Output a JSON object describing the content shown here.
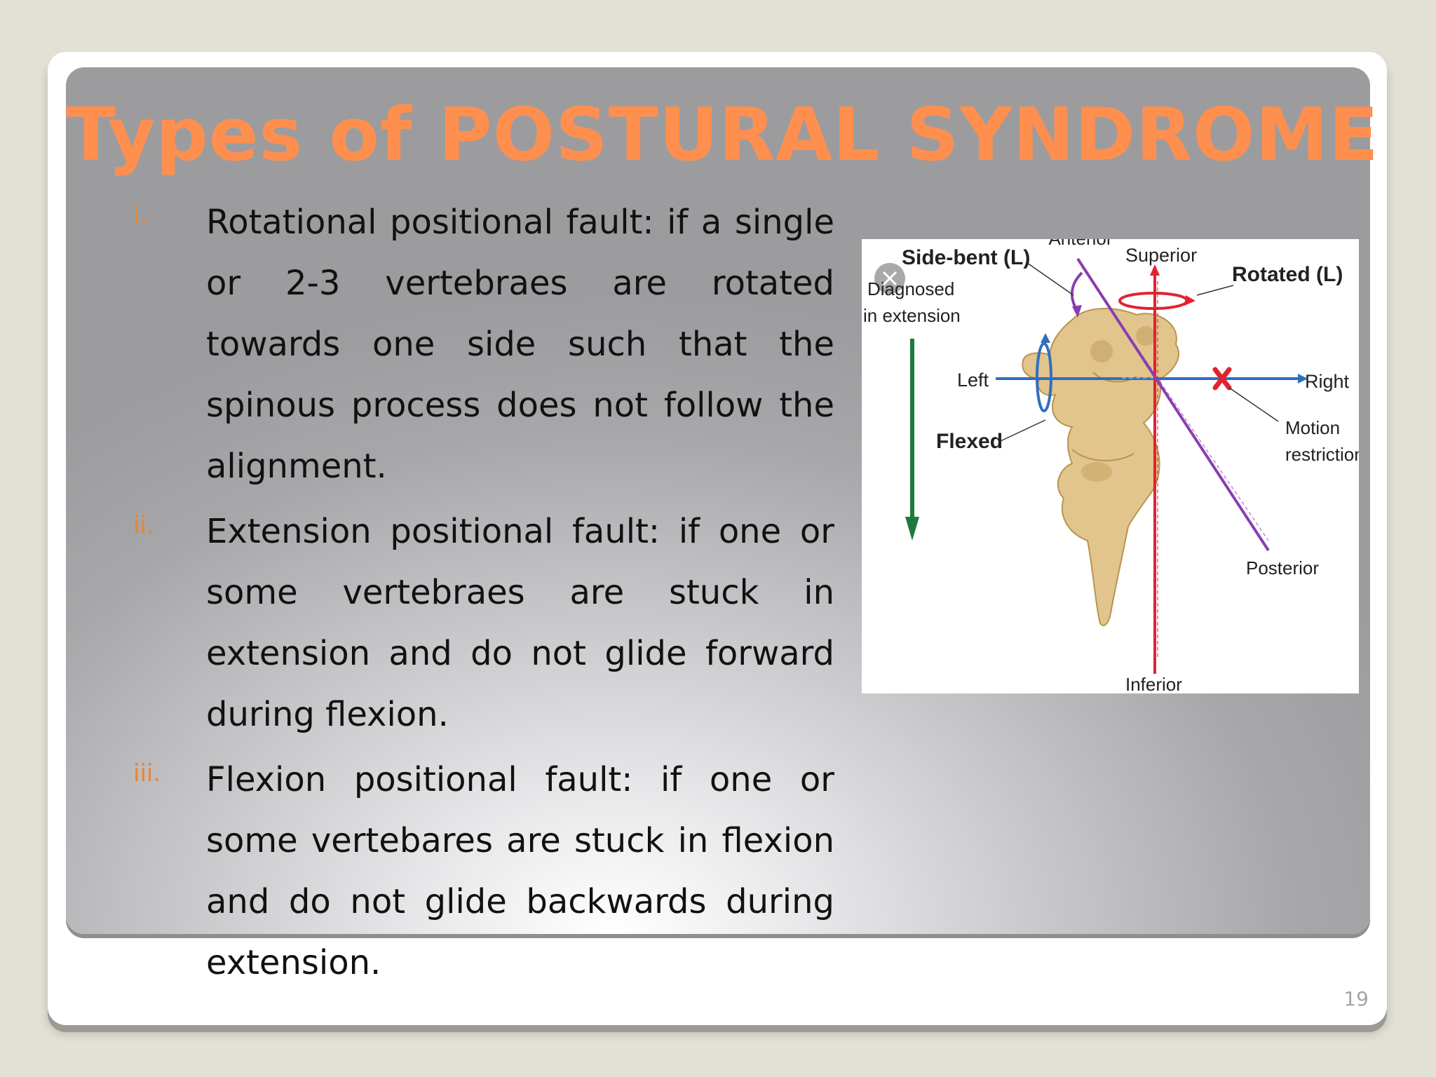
{
  "slide": {
    "title": "Types of POSTURAL SYNDROME",
    "page_number": "19",
    "accent_color": "#ff8f4f",
    "numeral_color": "#e7852f",
    "points": [
      {
        "numeral": "i.",
        "text": "Rotational positional fault: if a single or 2-3 vertebraes are rotated towards one side such that the spinous process does not follow the alignment."
      },
      {
        "numeral": "ii.",
        "text": "Extension positional fault: if one or some vertebraes are stuck in extension and do not glide forward during flexion."
      },
      {
        "numeral": "iii.",
        "text": "Flexion positional fault: if one or some vertebares are stuck in flexion and do not glide backwards during extension."
      }
    ]
  },
  "figure": {
    "labels": {
      "anterior": "Anterior",
      "side_bent": "Side-bent (L)",
      "superior": "Superior",
      "rotated": "Rotated (L)",
      "diagnosed": "Diagnosed",
      "in_extension": "in extension",
      "left": "Left",
      "right": "Right",
      "flexed": "Flexed",
      "motion": "Motion",
      "restriction": "restriction",
      "posterior": "Posterior",
      "inferior": "Inferior"
    },
    "icons": [
      "close-icon",
      "restriction-x-icon",
      "down-arrow-icon"
    ],
    "colors": {
      "blue_axis": "#2f6fc0",
      "red_axis": "#e0232e",
      "purple_axis": "#8a3db0",
      "green_arrow": "#1d7a3c",
      "bone": "#e2c48d"
    }
  }
}
